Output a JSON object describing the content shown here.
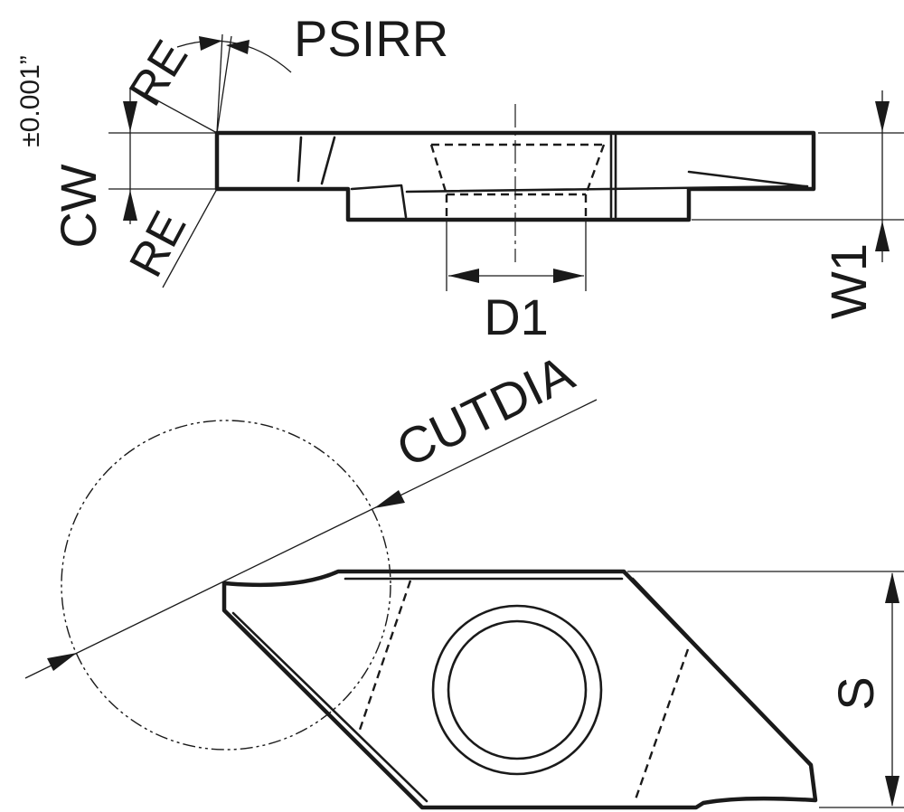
{
  "drawing": {
    "stroke_color": "#1a1a1a",
    "background": "#ffffff",
    "labels": {
      "psirr": "PSIRR",
      "re_top": "RE",
      "re_bottom": "RE",
      "cw": "CW",
      "tolerance": "±0.001”",
      "d1": "D1",
      "w1": "W1",
      "cutdia": "CUTDIA",
      "s": "S"
    }
  }
}
